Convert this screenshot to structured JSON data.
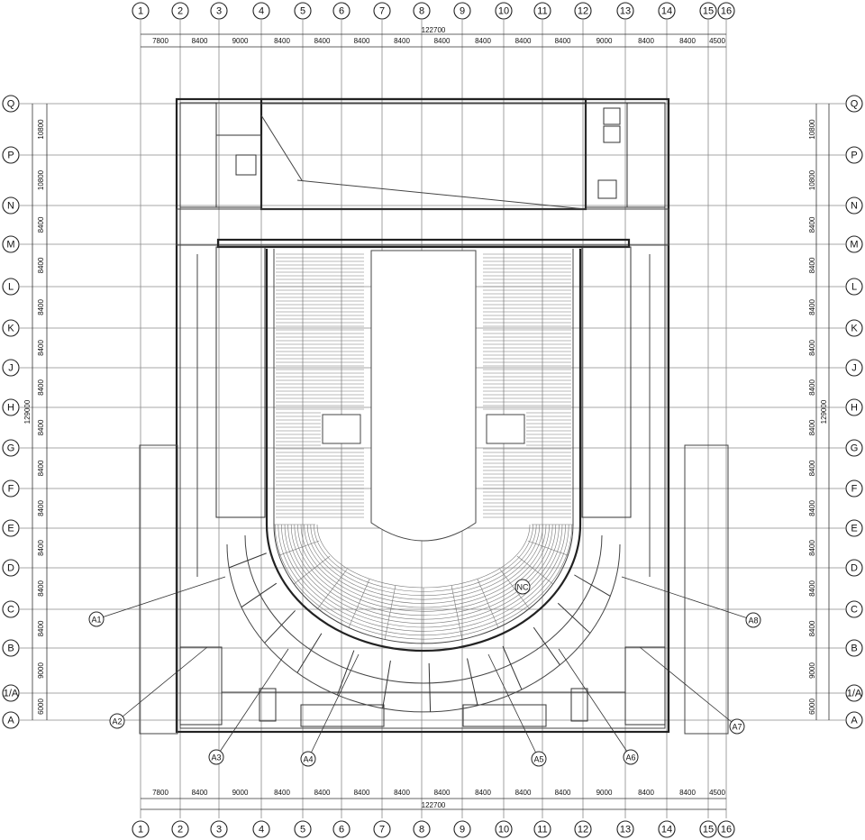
{
  "grid": {
    "columns": [
      "1",
      "2",
      "3",
      "4",
      "5",
      "6",
      "7",
      "8",
      "9",
      "10",
      "11",
      "12",
      "13",
      "14",
      "15",
      "16"
    ],
    "rows": [
      "Q",
      "P",
      "N",
      "M",
      "L",
      "K",
      "J",
      "H",
      "G",
      "F",
      "E",
      "D",
      "C",
      "B",
      "1/A",
      "A"
    ]
  },
  "dimensions": {
    "overall_width": "122700",
    "overall_height": "129000",
    "column_spacings": [
      "7800",
      "8400",
      "9000",
      "8400",
      "8400",
      "8400",
      "8400",
      "8400",
      "8400",
      "8400",
      "8400",
      "9000",
      "8400",
      "8400",
      "4500"
    ],
    "row_spacings": [
      "10800",
      "10800",
      "8400",
      "8400",
      "8400",
      "8400",
      "8400",
      "8400",
      "8400",
      "8400",
      "8400",
      "8400",
      "8400",
      "9000",
      "6000"
    ]
  },
  "callouts": [
    "A1",
    "A2",
    "A3",
    "A4",
    "A5",
    "A6",
    "A7",
    "A8",
    "NC"
  ]
}
